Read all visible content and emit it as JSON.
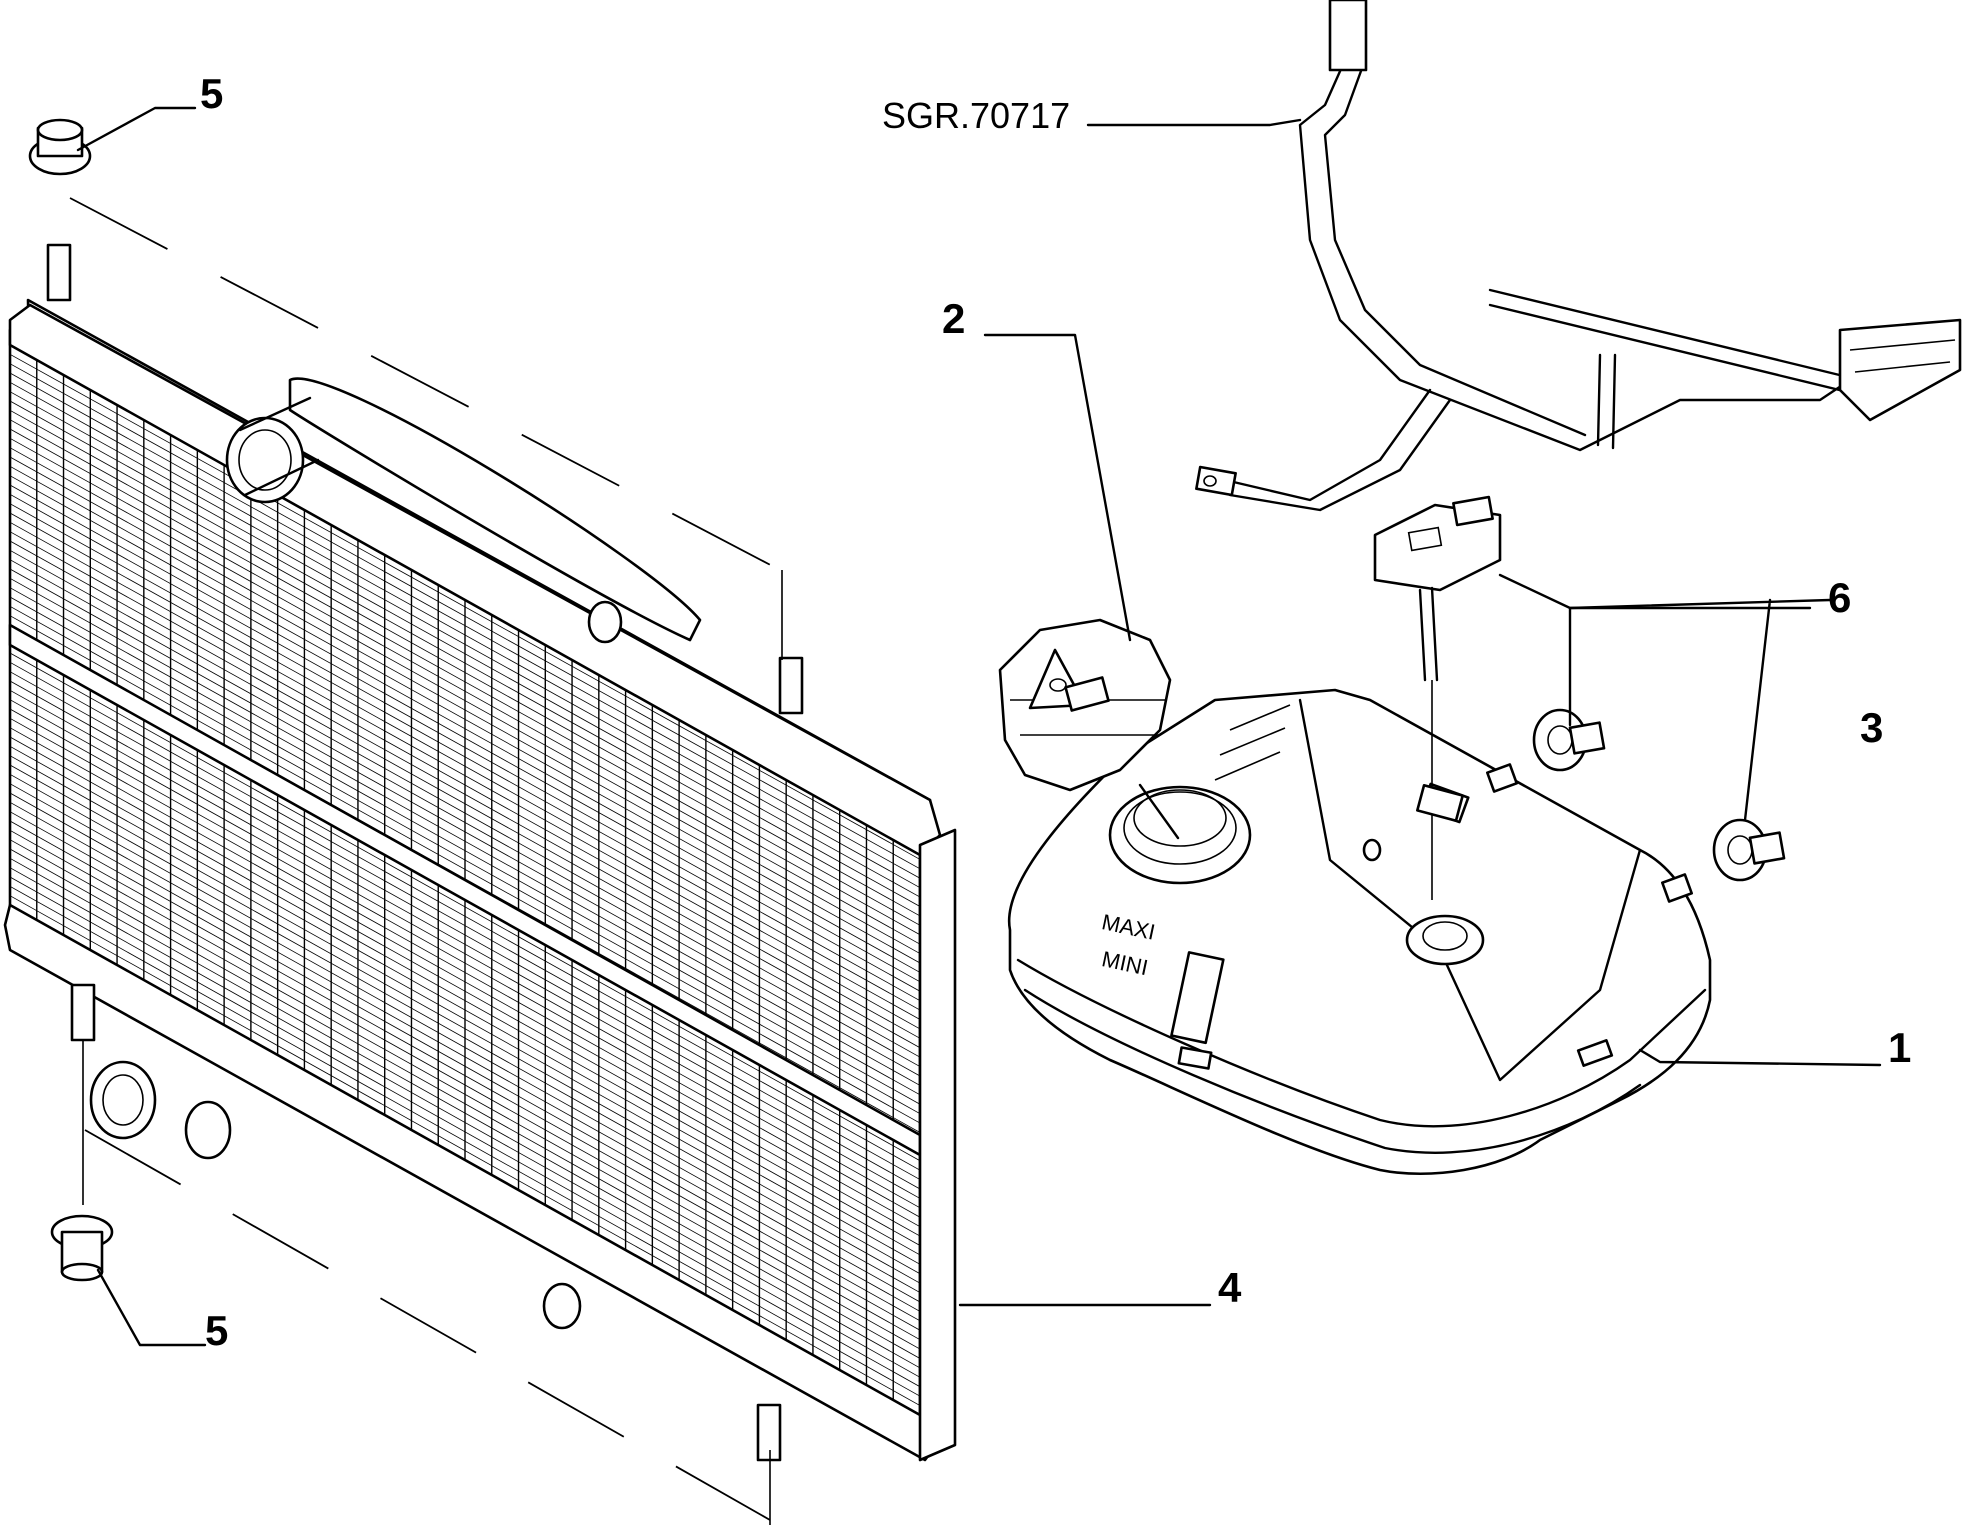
{
  "diagram": {
    "reference_code": "SGR.70717",
    "callouts": {
      "expansion_tank": "1",
      "filler_cap": "2",
      "tank_grommets": "3",
      "radiator": "4",
      "upper_mount": "5",
      "lower_mount": "5",
      "level_sensor": "6"
    },
    "tank_marks": {
      "max": "MAXI",
      "min": "MINI"
    }
  }
}
